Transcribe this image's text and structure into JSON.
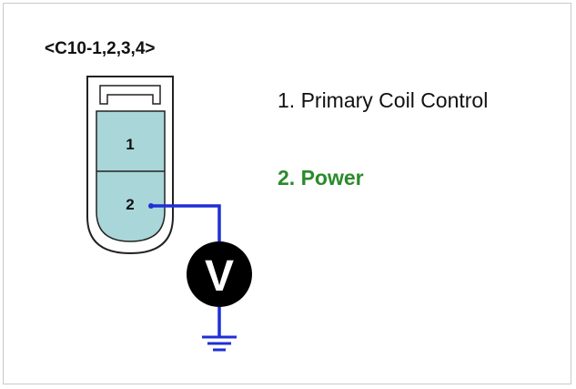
{
  "connector": {
    "code": "<C10-1,2,3,4>",
    "pins": [
      "1",
      "2"
    ]
  },
  "legend": [
    {
      "text": "1. Primary Coil Control",
      "color": "#111111"
    },
    {
      "text": "2. Power",
      "color": "#2b8a2b"
    }
  ],
  "meter": {
    "symbol": "V"
  },
  "colors": {
    "wire": "#1f2fd6",
    "connector_fill": "#a9d6d9",
    "meter_fill": "#000000"
  }
}
